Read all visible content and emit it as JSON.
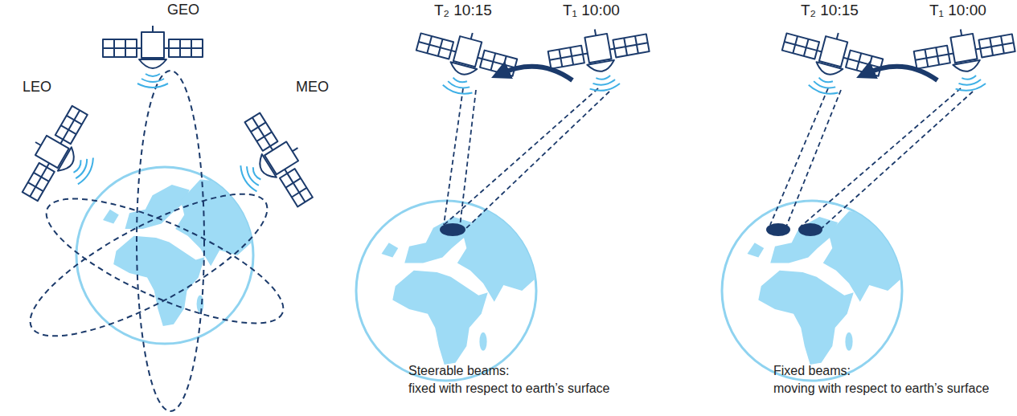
{
  "diagram": {
    "labels": [
      "GEO",
      "LEO",
      "MEO",
      "T₂ 10:15",
      "T₁ 10:00",
      "Steerable beams:",
      "fixed with respect to earth’s surface",
      "T₂ 10:15",
      "T₁ 10:00",
      "Fixed beams:",
      "moving with respect to earth’s surface"
    ]
  }
}
